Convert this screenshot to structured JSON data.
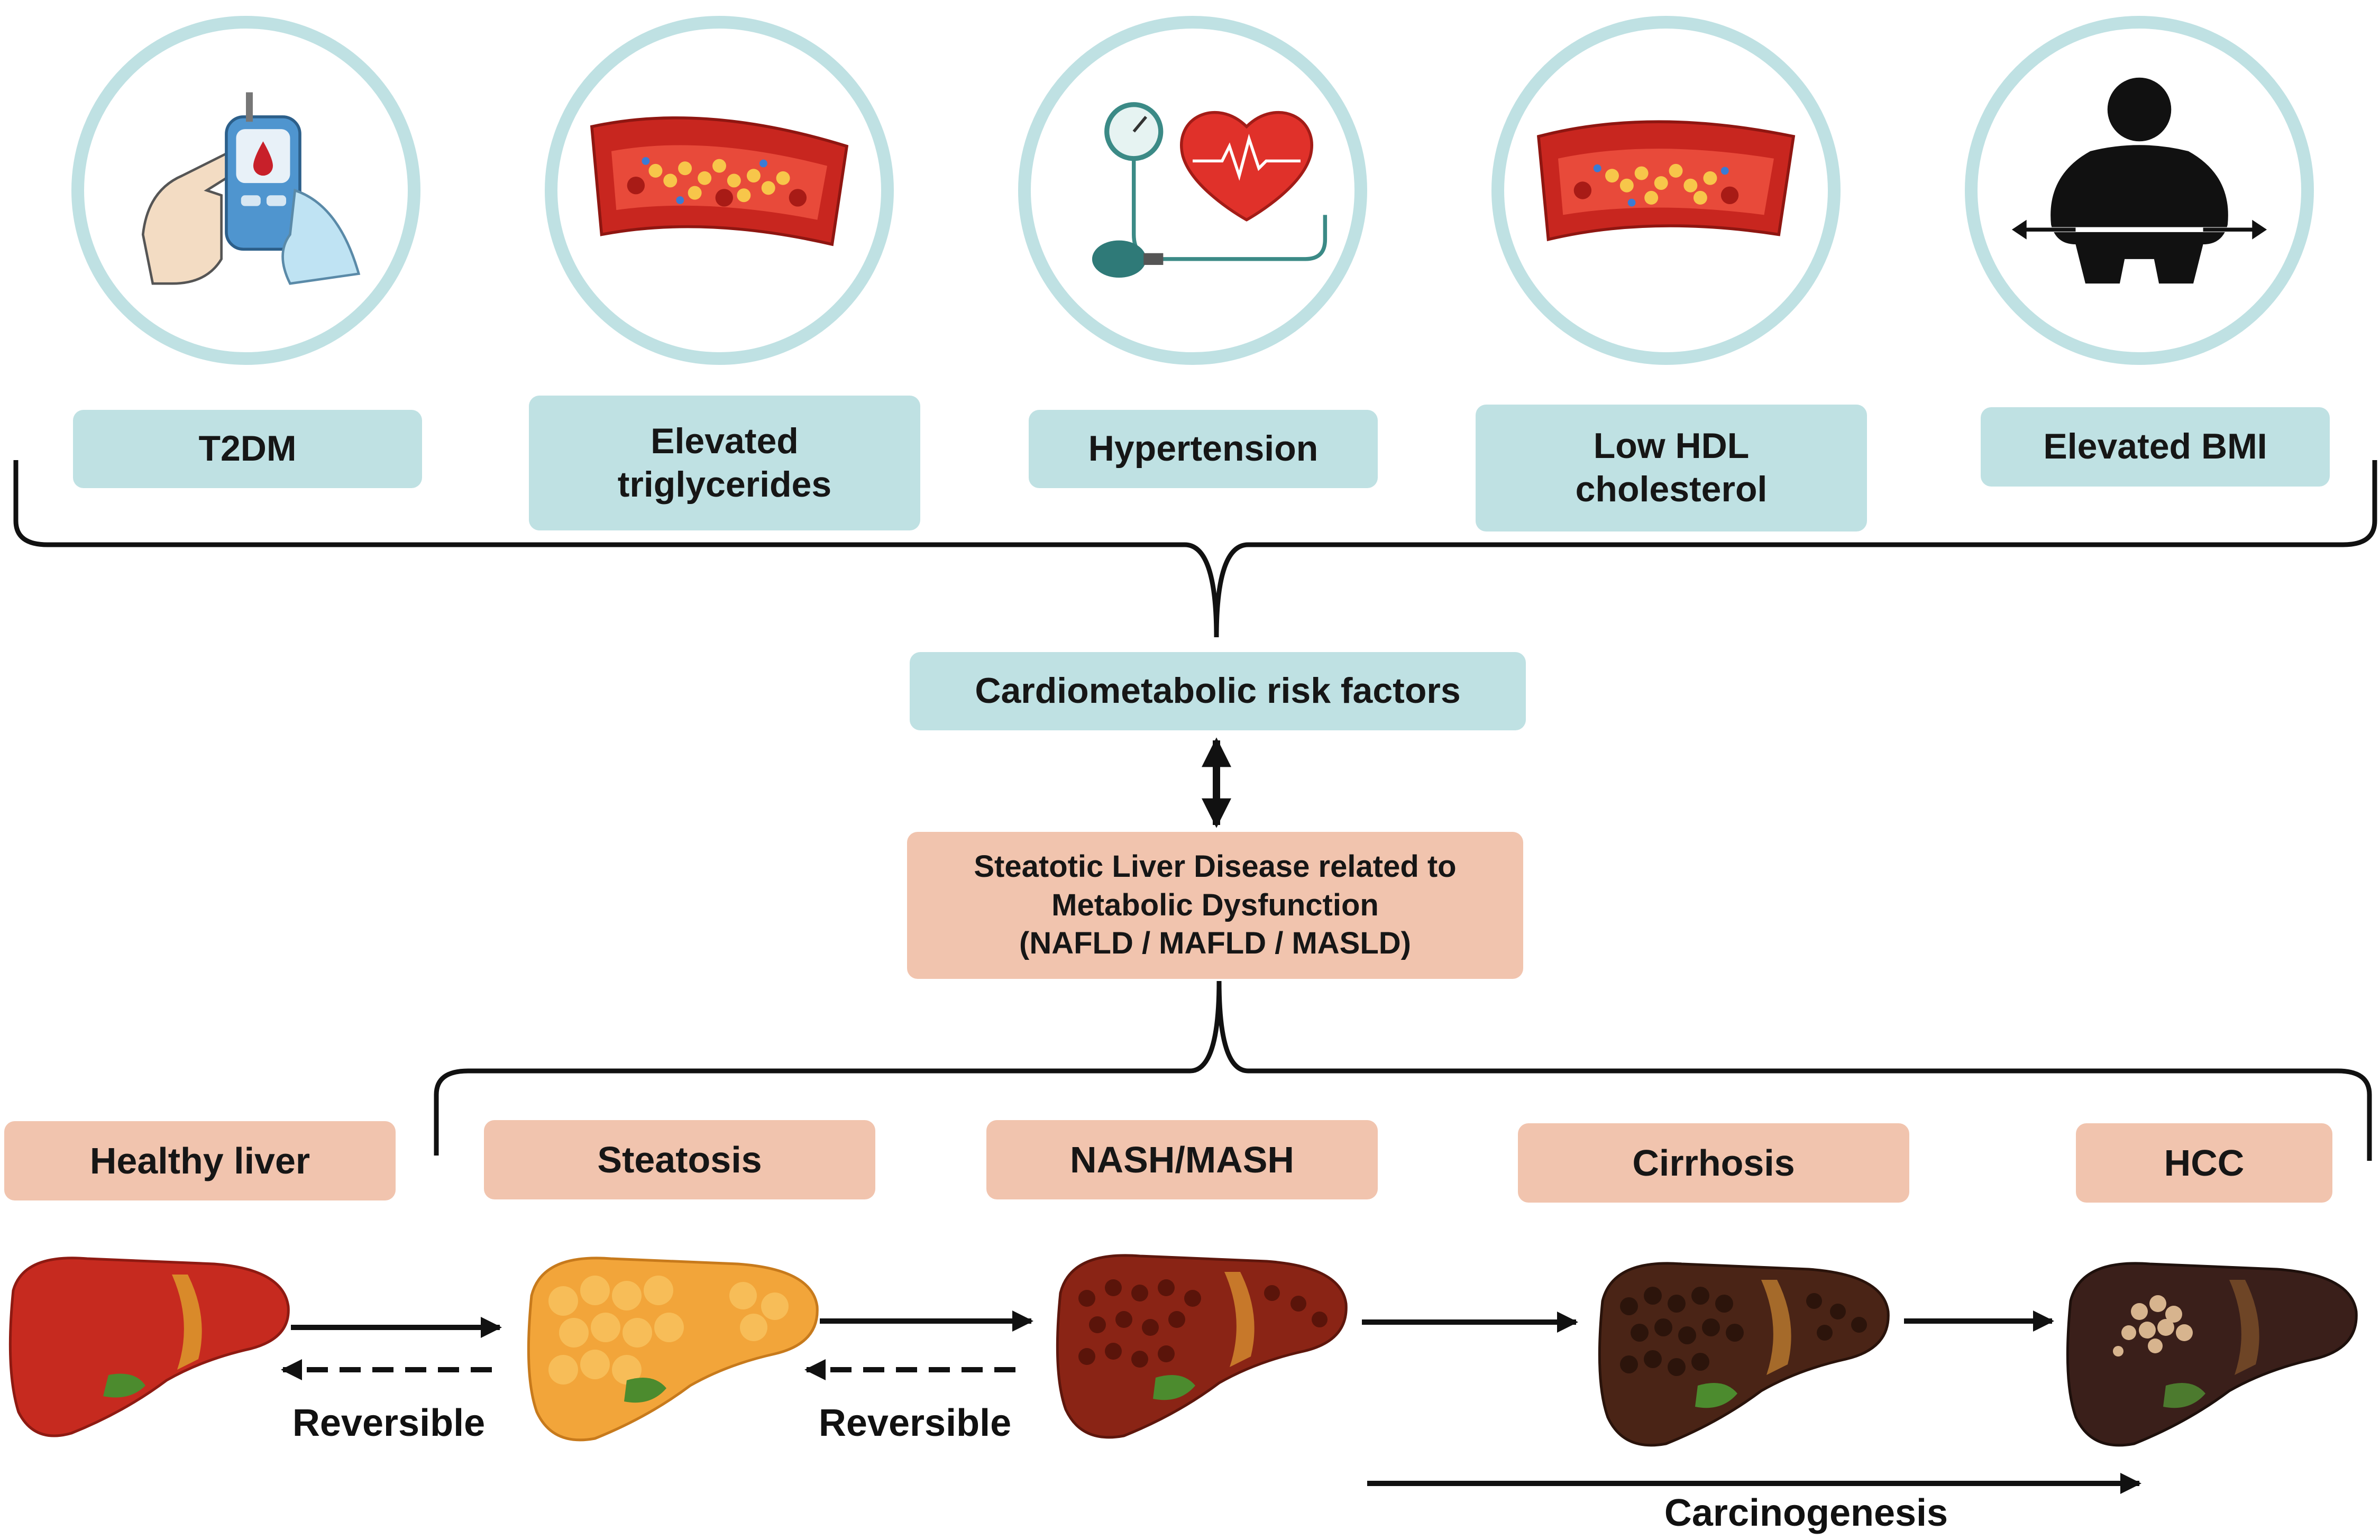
{
  "risk_factors": [
    {
      "label": "T2DM",
      "icon": "glucose-meter-icon"
    },
    {
      "label": "Elevated\ntriglycerides",
      "icon": "blood-vessel-icon"
    },
    {
      "label": "Hypertension",
      "icon": "blood-pressure-heart-icon"
    },
    {
      "label": "Low HDL\ncholesterol",
      "icon": "blood-vessel-icon"
    },
    {
      "label": "Elevated BMI",
      "icon": "obesity-icon"
    }
  ],
  "center": {
    "risk_factors": "Cardiometabolic risk factors",
    "disease": "Steatotic Liver Disease related to\nMetabolic Dysfunction\n(NAFLD / MAFLD / MASLD)"
  },
  "stages": [
    {
      "label": "Healthy liver",
      "icon": "healthy-liver-icon"
    },
    {
      "label": "Steatosis",
      "icon": "fatty-liver-icon"
    },
    {
      "label": "NASH/MASH",
      "icon": "inflamed-liver-icon"
    },
    {
      "label": "Cirrhosis",
      "icon": "cirrhotic-liver-icon"
    },
    {
      "label": "HCC",
      "icon": "cancerous-liver-icon"
    }
  ],
  "notes": {
    "reversible_1": "Reversible",
    "reversible_2": "Reversible",
    "carcinogenesis": "Carcinogenesis"
  },
  "colors": {
    "teal": "#bfe1e3",
    "peach": "#f1c4ae",
    "healthy_liver": "#c62a1f",
    "steatosis_liver": "#f2a53a",
    "nash_liver": "#8a2415",
    "cirrhosis_liver": "#4a2416",
    "hcc_liver": "#3a1f1a"
  }
}
